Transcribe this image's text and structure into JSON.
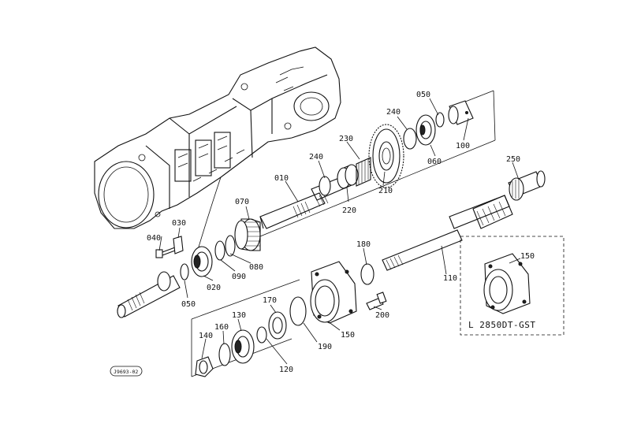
{
  "diagram": {
    "part_labels": [
      {
        "id": "l010",
        "text": "010"
      },
      {
        "id": "l020",
        "text": "020"
      },
      {
        "id": "l030",
        "text": "030"
      },
      {
        "id": "l040",
        "text": "040"
      },
      {
        "id": "l050a",
        "text": "050"
      },
      {
        "id": "l050b",
        "text": "050"
      },
      {
        "id": "l060",
        "text": "060"
      },
      {
        "id": "l070",
        "text": "070"
      },
      {
        "id": "l080",
        "text": "080"
      },
      {
        "id": "l090",
        "text": "090"
      },
      {
        "id": "l100",
        "text": "100"
      },
      {
        "id": "l110",
        "text": "110"
      },
      {
        "id": "l120",
        "text": "120"
      },
      {
        "id": "l130",
        "text": "130"
      },
      {
        "id": "l140",
        "text": "140"
      },
      {
        "id": "l150a",
        "text": "150"
      },
      {
        "id": "l150b",
        "text": "150"
      },
      {
        "id": "l160",
        "text": "160"
      },
      {
        "id": "l170",
        "text": "170"
      },
      {
        "id": "l180",
        "text": "180"
      },
      {
        "id": "l190",
        "text": "190"
      },
      {
        "id": "l200",
        "text": "200"
      },
      {
        "id": "l210",
        "text": "210"
      },
      {
        "id": "l220",
        "text": "220"
      },
      {
        "id": "l230",
        "text": "230"
      },
      {
        "id": "l240a",
        "text": "240"
      },
      {
        "id": "l240b",
        "text": "240"
      },
      {
        "id": "l250",
        "text": "250"
      }
    ],
    "inset_model": "L 2850DT-GST",
    "drawing_code": "J9693-02"
  }
}
